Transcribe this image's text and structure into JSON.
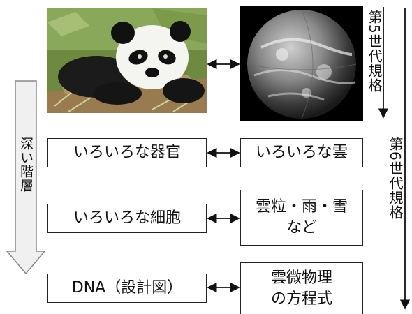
{
  "images": {
    "panda": "panda-photo",
    "earth": "earth-cloud-satellite-image"
  },
  "left_column": {
    "items": [
      {
        "label": "いろいろな器官"
      },
      {
        "label": "いろいろな細胞"
      },
      {
        "label": "DNA（設計図）"
      }
    ]
  },
  "right_column": {
    "items": [
      {
        "label": "いろいろな雲"
      },
      {
        "label": "雲粒・雨・雪\nなど"
      },
      {
        "label": "雲微物理\nの方程式"
      }
    ]
  },
  "depth_arrow": {
    "label": "深い階層"
  },
  "scales": {
    "gen5": "第5世代規格",
    "gen6": "第6世代規格"
  },
  "colors": {
    "arrow_fill": "#f0f0f0",
    "arrow_stroke": "#888888",
    "border": "#222222"
  }
}
